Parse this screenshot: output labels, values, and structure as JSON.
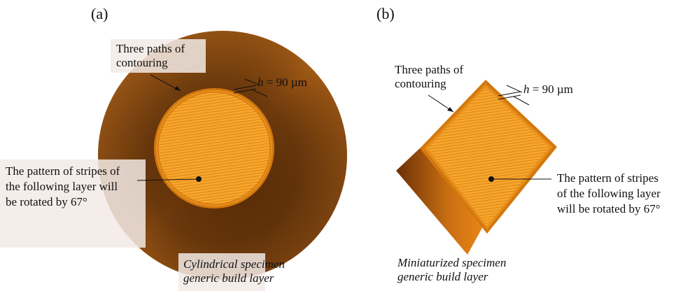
{
  "panels": [
    {
      "id": "a",
      "label": "(a)",
      "contour_label": "Three paths of\ncontouring",
      "h_value": "= 90 µm",
      "h_symbol": "h",
      "stripe_label": "The pattern of stripes of\nthe following layer will\nbe rotated by 67°",
      "caption": "Cylindrical specimen\ngeneric build layer"
    },
    {
      "id": "b",
      "label": "(b)",
      "contour_label": "Three paths of\ncontouring",
      "h_value": "= 90 µm",
      "h_symbol": "h",
      "stripe_label": "The pattern of stripes\nof the following layer\nwill be rotated by 67°",
      "caption": "Miniaturized specimen\ngeneric build layer"
    }
  ],
  "colors": {
    "disk_outer": "#8a4a10",
    "disk_inner": "#6a3608",
    "layer": "#f6a42a",
    "layer_stripes": "#e08a16",
    "contour": "#d2780e"
  }
}
